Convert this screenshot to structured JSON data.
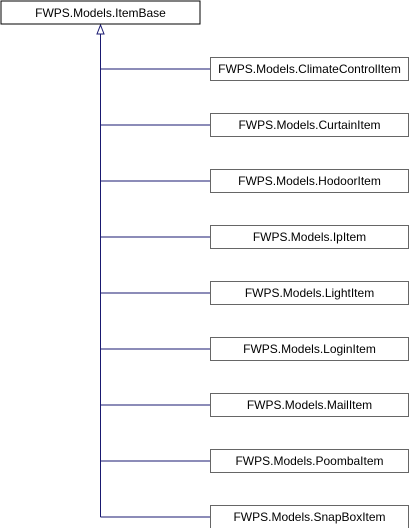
{
  "diagram": {
    "base": {
      "label": "FWPS.Models.ItemBase"
    },
    "children": [
      {
        "label": "FWPS.Models.ClimateControlItem"
      },
      {
        "label": "FWPS.Models.CurtainItem"
      },
      {
        "label": "FWPS.Models.HodoorItem"
      },
      {
        "label": "FWPS.Models.IpItem"
      },
      {
        "label": "FWPS.Models.LightItem"
      },
      {
        "label": "FWPS.Models.LoginItem"
      },
      {
        "label": "FWPS.Models.MailItem"
      },
      {
        "label": "FWPS.Models.PoombaItem"
      },
      {
        "label": "FWPS.Models.SnapBoxItem"
      }
    ],
    "colors": {
      "edge": "#191970",
      "base_border": "#000000",
      "base_fill": "#ffffff",
      "child_border": "#666666",
      "child_fill": "#ffffff",
      "text": "#000000"
    }
  }
}
